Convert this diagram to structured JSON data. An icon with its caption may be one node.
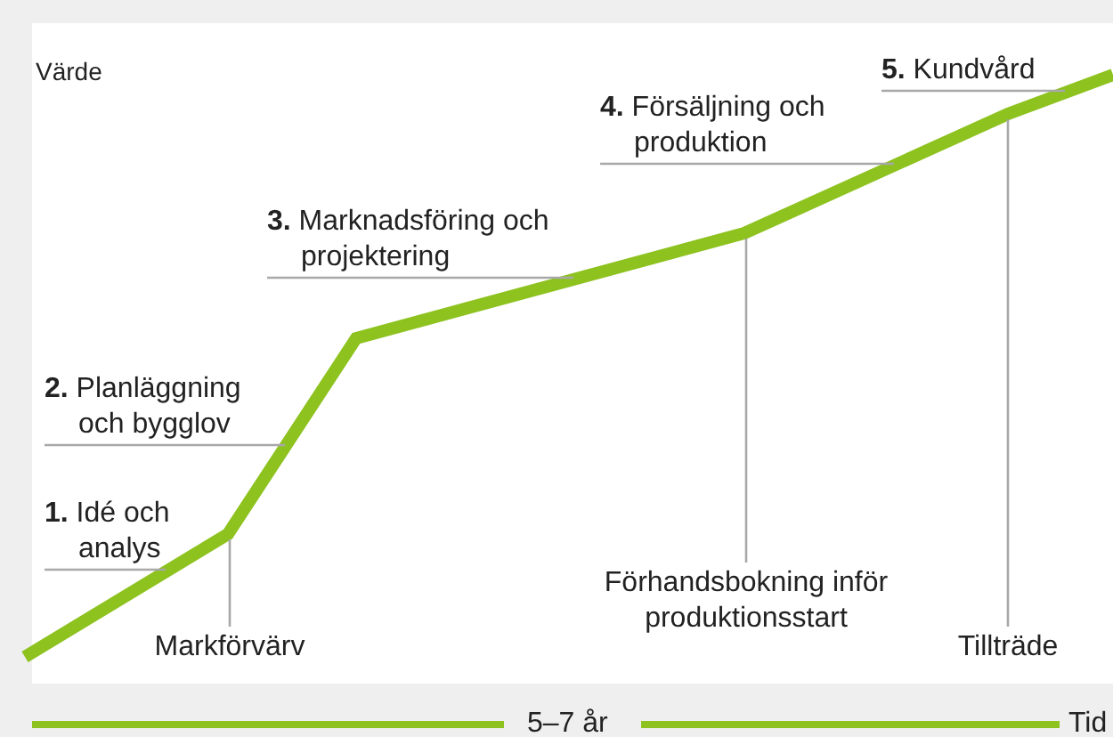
{
  "diagram": {
    "nodes": [
      {
        "text": [
          "**1.** Idé och analys"
        ]
      },
      {
        "text": [
          "**2.** Planläggning och bygglov"
        ]
      },
      {
        "text": [
          "**3.** Marknadsföring och projektering"
        ]
      },
      {
        "text": [
          "**4.** Försäljning och produktion"
        ]
      },
      {
        "text": [
          "**5.** Kundvård"
        ]
      },
      {
        "text": [
          "Markförvärv"
        ]
      },
      {
        "text": [
          "Förhandsbokning inför produktionsstart"
        ]
      },
      {
        "text": [
          "Tillträde"
        ]
      }
    ],
    "edges": [
      {
        "from": 0,
        "to": null,
        "arrow": "none"
      },
      {
        "from": 1,
        "to": null,
        "arrow": "none"
      },
      {
        "from": 2,
        "to": null,
        "arrow": "none"
      },
      {
        "from": 3,
        "to": null,
        "arrow": "none"
      },
      {
        "from": 4,
        "to": null,
        "arrow": "none"
      },
      {
        "from": 5,
        "to": null,
        "arrow": "none"
      },
      {
        "from": 6,
        "to": null,
        "arrow": "none"
      },
      {
        "from": 7,
        "to": null,
        "arrow": "none"
      }
    ],
    "labels": [
      "Värde",
      "5–7 år",
      "Tid"
    ]
  }
}
